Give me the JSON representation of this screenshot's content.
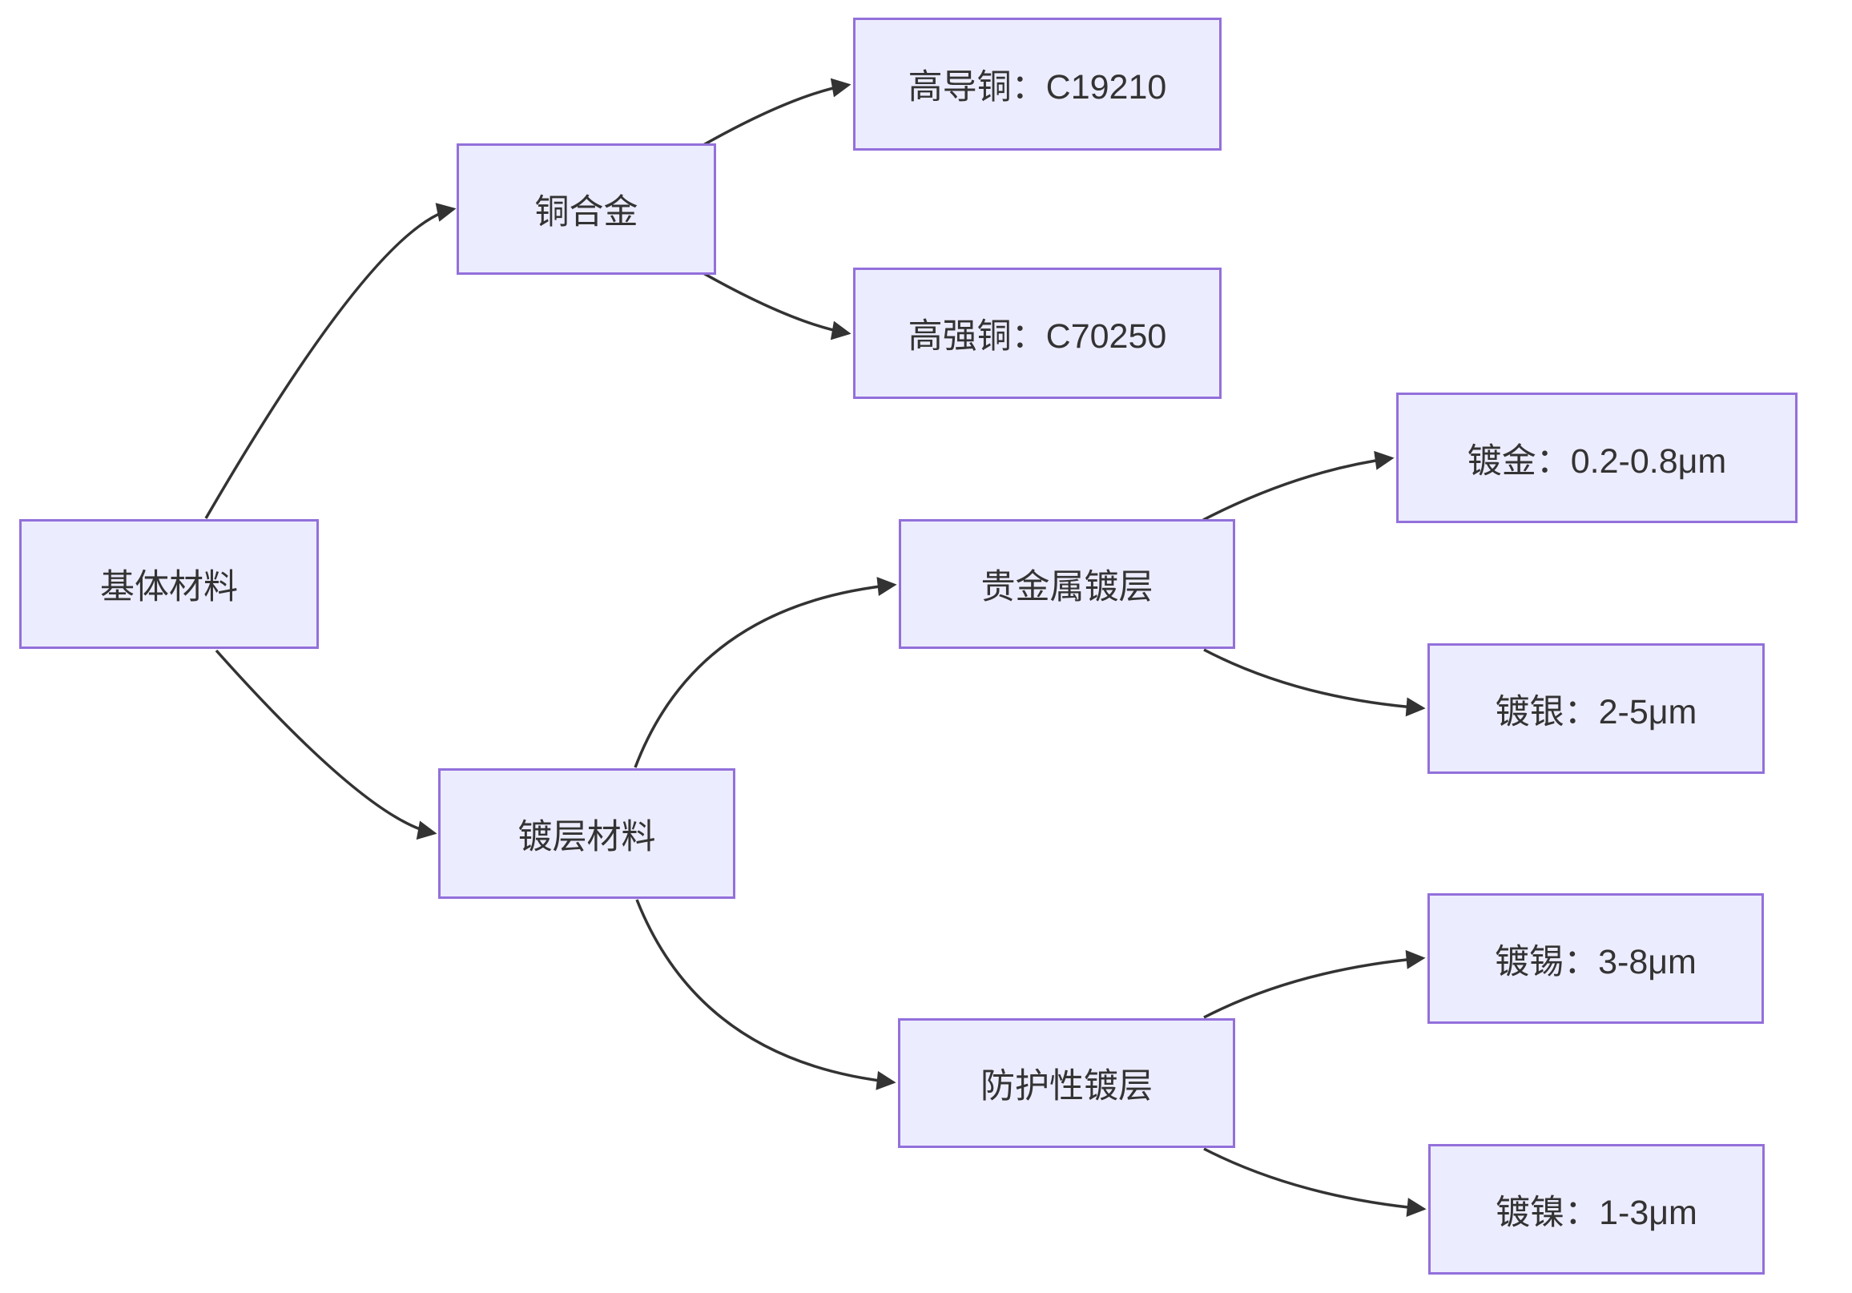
{
  "diagram": {
    "type": "flowchart-left-to-right",
    "nodes": {
      "base_material": {
        "label": "基体材料"
      },
      "copper_alloy": {
        "label": "铜合金"
      },
      "high_conductivity_cu": {
        "label": "高导铜：C19210"
      },
      "high_strength_cu": {
        "label": "高强铜：C70250"
      },
      "plating_material": {
        "label": "镀层材料"
      },
      "precious_metal": {
        "label": "贵金属镀层"
      },
      "gold_plating": {
        "label": "镀金：0.2-0.8μm"
      },
      "silver_plating": {
        "label": "镀银：2-5μm"
      },
      "protective_plating": {
        "label": "防护性镀层"
      },
      "tin_plating": {
        "label": "镀锡：3-8μm"
      },
      "nickel_plating": {
        "label": "镀镍：1-3μm"
      }
    },
    "edges": [
      {
        "from": "基体材料",
        "to": "铜合金"
      },
      {
        "from": "基体材料",
        "to": "镀层材料"
      },
      {
        "from": "铜合金",
        "to": "高导铜：C19210"
      },
      {
        "from": "铜合金",
        "to": "高强铜：C70250"
      },
      {
        "from": "镀层材料",
        "to": "贵金属镀层"
      },
      {
        "from": "镀层材料",
        "to": "防护性镀层"
      },
      {
        "from": "贵金属镀层",
        "to": "镀金：0.2-0.8μm"
      },
      {
        "from": "贵金属镀层",
        "to": "镀银：2-5μm"
      },
      {
        "from": "防护性镀层",
        "to": "镀锡：3-8μm"
      },
      {
        "from": "防护性镀层",
        "to": "镀镍：1-3μm"
      }
    ],
    "colors": {
      "node_fill": "#ECECFF",
      "node_border": "#9370DB",
      "edge_stroke": "#333333",
      "text": "#333333",
      "background": "#FFFFFF"
    }
  }
}
